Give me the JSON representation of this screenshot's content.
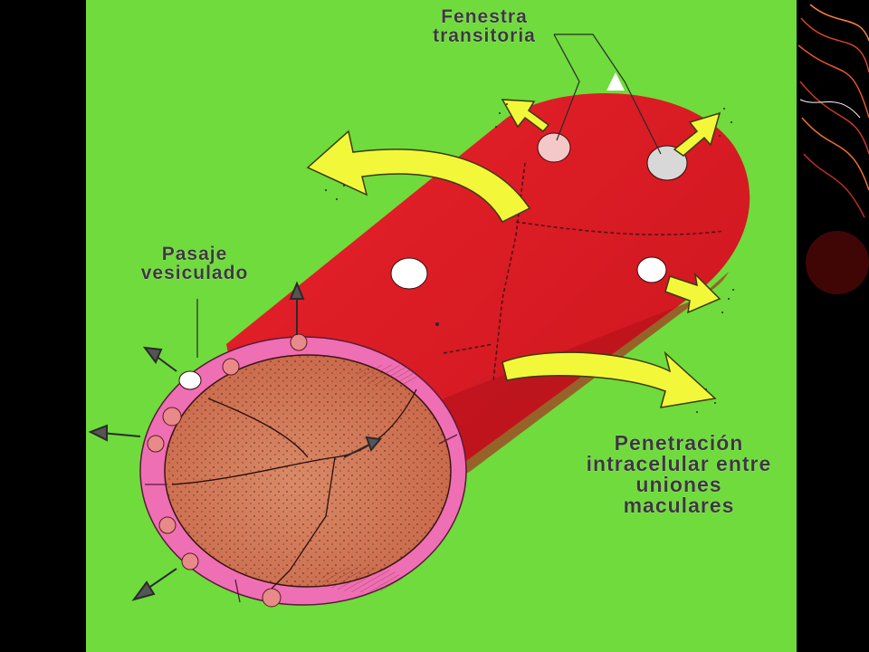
{
  "colors": {
    "background": "#000000",
    "panel": "#6fdb3c",
    "vessel": "#e41e26",
    "vessel_dark": "#b8101a",
    "lumen_ring": "#ee6fb4",
    "lumen_core": "#d8795a",
    "arrow": "#f2f73a",
    "label_text": "#3a3a3a"
  },
  "labels": {
    "fenestra": {
      "line1": "Fenestra",
      "line2": "transitoria"
    },
    "pasaje": {
      "line1": "Pasaje",
      "line2": "vesiculado"
    },
    "penetracion": {
      "line1": "Penetración",
      "line2": "intracelular entre",
      "line3": "uniones",
      "line4": "maculares"
    }
  },
  "icons": {
    "arrows": "curved-arrow-icon",
    "small_arrows": "small-arrow-icon"
  }
}
